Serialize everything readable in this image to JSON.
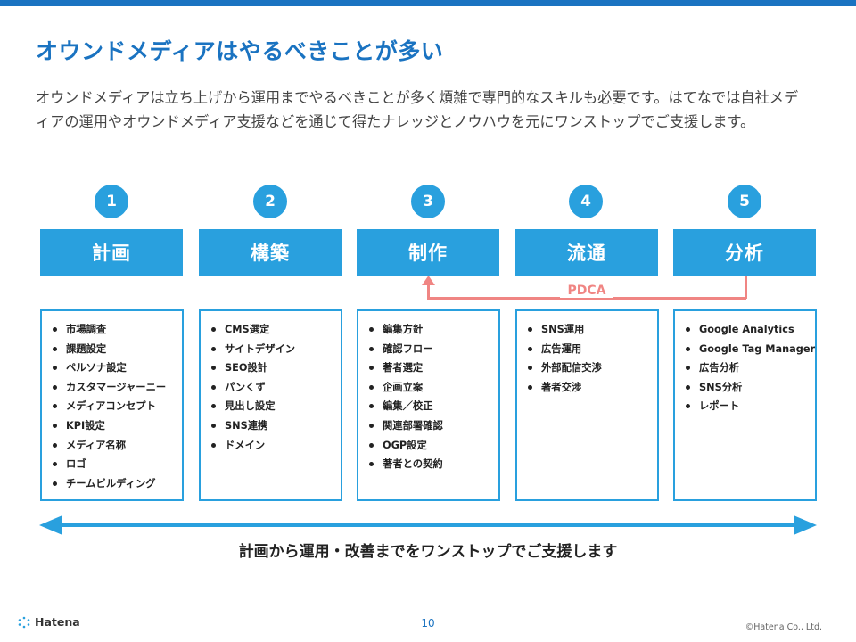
{
  "title": "オウンドメディアはやるべきことが多い",
  "intro": "オウンドメディアは立ち上げから運用までやるべきことが多く煩雑で専門的なスキルも必要です。はてなでは自社メディアの運用やオウンドメディア支援などを通じて得たナレッジとノウハウを元にワンストップでご支援します。",
  "colors": {
    "brand": "#1a73c1",
    "accent": "#29a0de",
    "pdca": "#f08583"
  },
  "steps": [
    {
      "number": "1",
      "title": "計画",
      "items": [
        "市場調査",
        "課題設定",
        "ペルソナ設定",
        "カスタマージャーニー",
        "メディアコンセプト",
        "KPI設定",
        "メディア名称",
        "ロゴ",
        "チームビルディング"
      ]
    },
    {
      "number": "2",
      "title": "構築",
      "items": [
        "CMS選定",
        "サイトデザイン",
        "SEO設計",
        "パンくず",
        "見出し設定",
        "SNS連携",
        "ドメイン"
      ]
    },
    {
      "number": "3",
      "title": "制作",
      "items": [
        "編集方針",
        "確認フロー",
        "著者選定",
        "企画立案",
        "編集／校正",
        "関連部署確認",
        "OGP設定",
        "著者との契約"
      ]
    },
    {
      "number": "4",
      "title": "流通",
      "items": [
        "SNS運用",
        "広告運用",
        "外部配信交渉",
        "著者交渉"
      ]
    },
    {
      "number": "5",
      "title": "分析",
      "items": [
        "Google Analytics",
        "Google Tag Manager",
        "広告分析",
        "SNS分析",
        "レポート"
      ]
    }
  ],
  "pdca_label": "PDCA",
  "tagline": "計画から運用・改善までをワンストップでご支援します",
  "footer": {
    "logo_text": "Hatena",
    "page_number": "10",
    "copyright": "©Hatena Co., Ltd."
  }
}
